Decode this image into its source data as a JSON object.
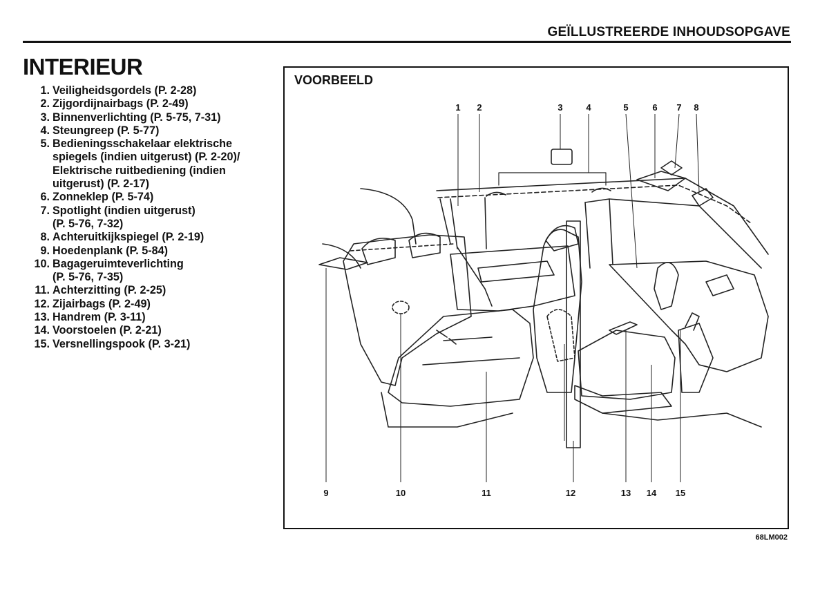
{
  "header": {
    "title": "GEÏLLUSTREERDE INHOUDSOPGAVE"
  },
  "section": {
    "title": "INTERIEUR"
  },
  "items": [
    {
      "number": "1.",
      "text": "Veiligheidsgordels (P. 2-28)"
    },
    {
      "number": "2.",
      "text": "Zijgordijnairbags (P. 2-49)"
    },
    {
      "number": "3.",
      "text": "Binnenverlichting (P. 5-75, 7-31)"
    },
    {
      "number": "4.",
      "text": "Steungreep (P. 5-77)"
    },
    {
      "number": "5.",
      "text": "Bedieningsschakelaar elektrische\nspiegels (indien uitgerust) (P. 2-20)/\nElektrische ruitbediening (indien\nuitgerust) (P. 2-17)"
    },
    {
      "number": "6.",
      "text": "Zonneklep (P. 5-74)"
    },
    {
      "number": "7.",
      "text": "Spotlight (indien uitgerust)\n(P. 5-76, 7-32)"
    },
    {
      "number": "8.",
      "text": "Achteruitkijkspiegel (P. 2-19)"
    },
    {
      "number": "9.",
      "text": "Hoedenplank (P. 5-84)"
    },
    {
      "number": "10.",
      "text": "Bagageruimteverlichting\n(P. 5-76, 7-35)"
    },
    {
      "number": "11.",
      "text": "Achterzitting (P. 2-25)"
    },
    {
      "number": "12.",
      "text": "Zijairbags (P. 2-49)"
    },
    {
      "number": "13.",
      "text": "Handrem (P. 3-11)"
    },
    {
      "number": "14.",
      "text": "Voorstoelen (P. 2-21)"
    },
    {
      "number": "15.",
      "text": "Versnellingspook (P. 3-21)"
    }
  ],
  "figure": {
    "caption": "VOORBEELD",
    "code": "68LM002",
    "top_callouts": [
      "1",
      "2",
      "3",
      "4",
      "5",
      "6",
      "7",
      "8"
    ],
    "bottom_callouts": [
      "9",
      "10",
      "11",
      "12",
      "13",
      "14",
      "15"
    ]
  }
}
